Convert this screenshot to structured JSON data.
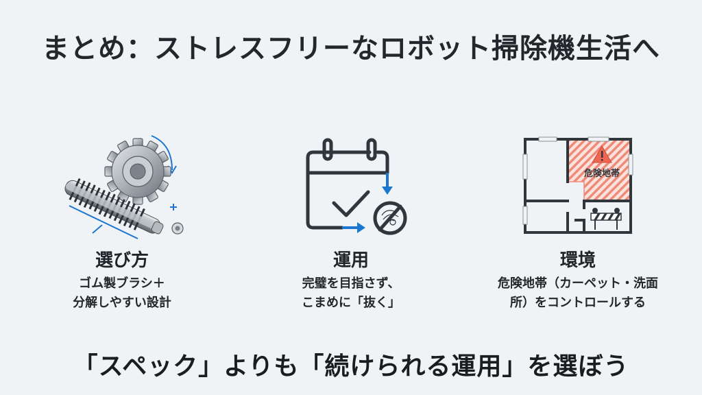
{
  "title": "まとめ：ストレスフリーなロボット掃除機生活へ",
  "columns": [
    {
      "icon": "brush-gear-icon",
      "heading": "選び方",
      "desc_line1": "ゴム製ブラシ＋",
      "desc_line2": "分解しやすい設計"
    },
    {
      "icon": "calendar-check-icon",
      "heading": "運用",
      "desc_line1": "完璧を目指さず、",
      "desc_line2": "こまめに「抜く」"
    },
    {
      "icon": "floor-plan-danger-icon",
      "heading": "環境",
      "desc_line1": "危険地帯（カーペット・洗面",
      "desc_line2": "所）をコントロールする",
      "danger_label": "危険地帯"
    }
  ],
  "footer": "「スペック」よりも「続けられる運用」を選ぼう",
  "colors": {
    "background": "#f0f3f5",
    "text": "#1f2428",
    "accent_blue": "#1c76cf",
    "danger_red": "#ef6f5e",
    "icon_dark": "#2f363c"
  }
}
